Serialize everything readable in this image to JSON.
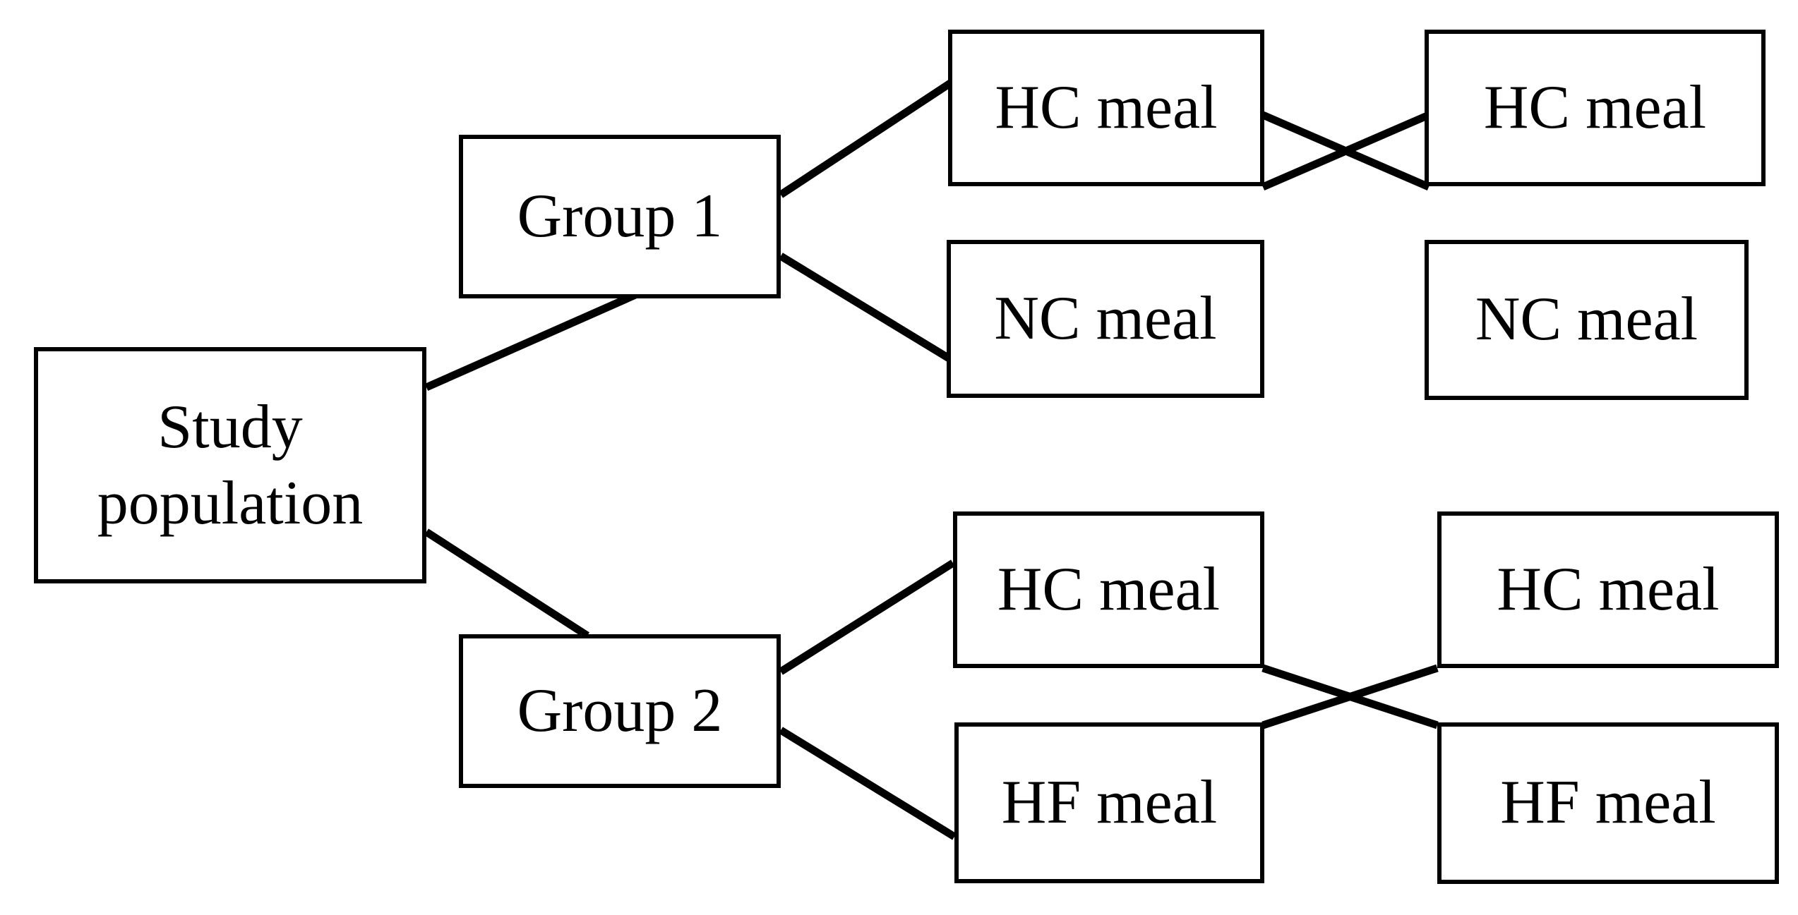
{
  "diagram": {
    "type": "study-design-flowchart",
    "title": "",
    "background_color": "#ffffff",
    "line_color": "#000000",
    "border_color": "#000000",
    "text_color": "#000000",
    "nodes": [
      {
        "id": "study-population",
        "label": "Study\npopulation",
        "column": 1,
        "row": "center"
      },
      {
        "id": "group-1",
        "label": "Group 1",
        "column": 2,
        "row": "top"
      },
      {
        "id": "group-2",
        "label": "Group 2",
        "column": 2,
        "row": "bottom"
      },
      {
        "id": "g1-period1-hc",
        "label": "HC meal",
        "column": 3,
        "row": "1"
      },
      {
        "id": "g1-period1-nc",
        "label": "NC meal",
        "column": 3,
        "row": "2"
      },
      {
        "id": "g1-period2-hc",
        "label": "HC meal",
        "column": 4,
        "row": "1"
      },
      {
        "id": "g1-period2-nc",
        "label": "NC meal",
        "column": 4,
        "row": "2"
      },
      {
        "id": "g2-period1-hc",
        "label": "HC meal",
        "column": 3,
        "row": "3"
      },
      {
        "id": "g2-period1-hf",
        "label": "HF meal",
        "column": 3,
        "row": "4"
      },
      {
        "id": "g2-period2-hc",
        "label": "HC meal",
        "column": 4,
        "row": "3"
      },
      {
        "id": "g2-period2-hf",
        "label": "HF meal",
        "column": 4,
        "row": "4"
      }
    ],
    "edges": [
      {
        "id": "edge-study-to-group1",
        "from": "study-population",
        "to": "group-1"
      },
      {
        "id": "edge-study-to-group2",
        "from": "study-population",
        "to": "group-2"
      },
      {
        "id": "edge-group1-to-hc",
        "from": "group-1",
        "to": "g1-period1-hc"
      },
      {
        "id": "edge-group1-to-nc",
        "from": "group-1",
        "to": "g1-period1-nc"
      },
      {
        "id": "edge-crossover-g1-hc-to-nc",
        "from": "g1-period1-hc",
        "to": "g1-period2-nc"
      },
      {
        "id": "edge-crossover-g1-nc-to-hc",
        "from": "g1-period1-nc",
        "to": "g1-period2-hc"
      },
      {
        "id": "edge-group2-to-hc",
        "from": "group-2",
        "to": "g2-period1-hc"
      },
      {
        "id": "edge-group2-to-hf",
        "from": "group-2",
        "to": "g2-period1-hf"
      },
      {
        "id": "edge-crossover-g2-hc-to-hf",
        "from": "g2-period1-hc",
        "to": "g2-period2-hf"
      },
      {
        "id": "edge-crossover-g2-hf-to-hc",
        "from": "g2-period1-hf",
        "to": "g2-period2-hc"
      }
    ]
  }
}
